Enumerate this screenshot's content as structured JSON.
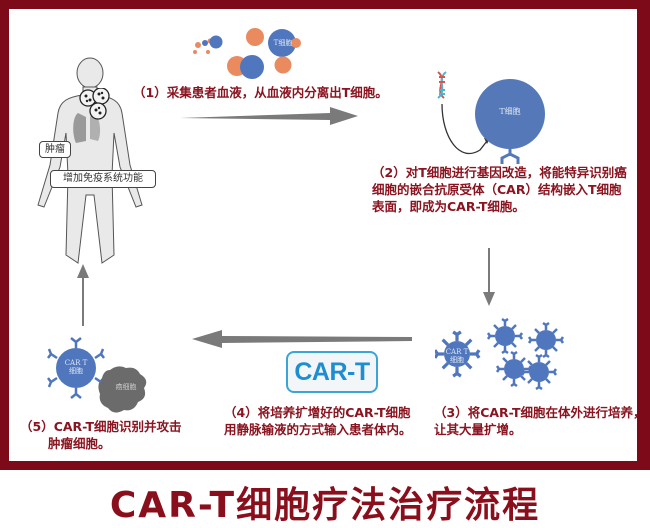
{
  "title": "CAR-T细胞疗法治疗流程",
  "colors": {
    "frame": "#7d0a19",
    "step_text": "#8a1420",
    "cell_blue": "#5077bd",
    "cell_orange": "#e98b5e",
    "tumor_gray": "#6b6b6b",
    "arrow_gray": "#7a7a7a",
    "badge_blue": "#1f8ed0"
  },
  "body_figure": {
    "tumor_label": "肿瘤",
    "immune_label": "增加免疫系统功能"
  },
  "steps": [
    {
      "id": 1,
      "text_lines": [
        "（1）采集患者血液，从血液内分离出T细胞。"
      ]
    },
    {
      "id": 2,
      "text_lines": [
        "（2）对T细胞进行基因改造，将能特异识别癌",
        "细胞的嵌合抗原受体（CAR）结构嵌入T细胞",
        "表面，即成为CAR-T细胞。"
      ]
    },
    {
      "id": 3,
      "text_lines": [
        "（3）将CAR-T细胞在体外进行培养，",
        " 让其大量扩增。"
      ]
    },
    {
      "id": 4,
      "text_lines": [
        "（4）将培养扩增好的CAR-T细胞",
        "用静脉输液的方式输入患者体内。"
      ]
    },
    {
      "id": 5,
      "text_lines": [
        "（5）CAR-T细胞识别并攻击",
        "肿瘤细胞。"
      ]
    }
  ],
  "cells": {
    "t_cell_label": "T细胞",
    "cart_cell_label_line1": "CAR T",
    "cart_cell_label_line2": "细胞",
    "tumor_cell_label": "癌细胞"
  },
  "badge": {
    "label": "CAR-T"
  }
}
